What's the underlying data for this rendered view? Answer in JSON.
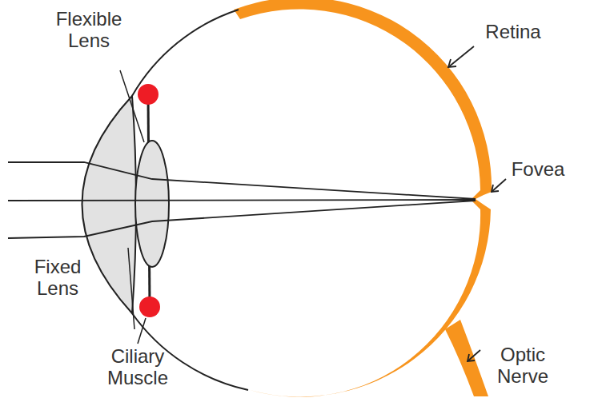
{
  "diagram": {
    "labels": [
      "Flexible Lens",
      "Retina",
      "Fovea",
      "Fixed Lens",
      "Ciliary Muscle",
      "Optic Nerve"
    ]
  }
}
